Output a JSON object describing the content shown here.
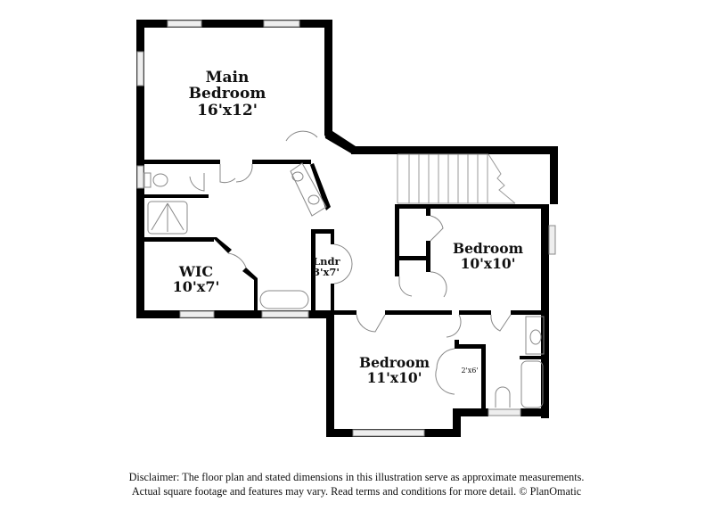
{
  "rooms": {
    "main_bedroom": {
      "name": "Main Bedroom",
      "name_line1": "Main",
      "name_line2": "Bedroom",
      "dims": "16'x12'"
    },
    "wic": {
      "name": "WIC",
      "dims": "10'x7'"
    },
    "laundry": {
      "name": "Lndr",
      "dims": "3'x7'"
    },
    "bedroom_2": {
      "name": "Bedroom",
      "dims": "10'x10'"
    },
    "bedroom_3": {
      "name": "Bedroom",
      "dims": "11'x10'"
    },
    "closet": {
      "dims": "2'x6'"
    }
  },
  "disclaimer": {
    "line1": "Disclaimer: The floor plan and stated dimensions in this illustration serve as approximate measurements.",
    "line2": "Actual square footage and features may vary. Read terms and conditions for more detail. © PlanOmatic"
  },
  "colors": {
    "wall": "#000000",
    "fixture": "#777777",
    "window": "#eeeeee"
  }
}
